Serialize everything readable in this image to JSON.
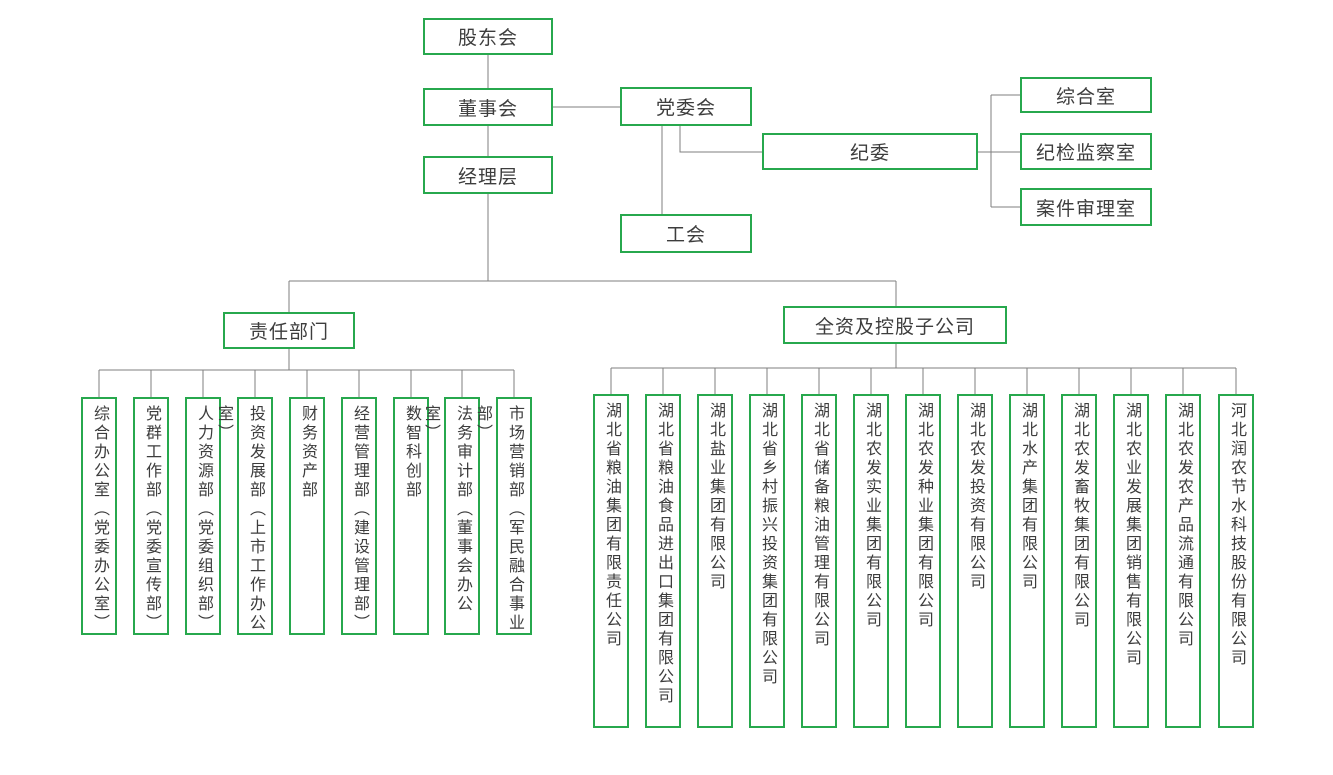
{
  "chart": {
    "nodes": {
      "shareholders": "股东会",
      "board": "董事会",
      "management": "经理层",
      "party_committee": "党委会",
      "labor_union": "工会",
      "discipline_committee": "纪委",
      "general_office": "综合室",
      "inspection_office": "纪检监察室",
      "case_review_office": "案件审理室",
      "departments_header": "责任部门",
      "subsidiaries_header": "全资及控股子公司"
    },
    "departments": [
      "综合办公室（党委办公室）",
      "党群工作部（党委宣传部）",
      "人力资源部（党委组织部）",
      "投资发展部（上市工作办公室）",
      "财务资产部",
      "经营管理部（建设管理部）",
      "数智科创部",
      "法务审计部（董事会办公室）",
      "市场营销部（军民融合事业部）"
    ],
    "subsidiaries": [
      "湖北省粮油集团有限责任公司",
      "湖北省粮油食品进出口集团有限公司",
      "湖北盐业集团有限公司",
      "湖北省乡村振兴投资集团有限公司",
      "湖北省储备粮油管理有限公司",
      "湖北农发实业集团有限公司",
      "湖北农发种业集团有限公司",
      "湖北农发投资有限公司",
      "湖北水产集团有限公司",
      "湖北农发畜牧集团有限公司",
      "湖北农业发展集团销售有限公司",
      "湖北农发农产品流通有限公司",
      "河北润农节水科技股份有限公司"
    ],
    "colors": {
      "box_border": "#27a84d",
      "connector": "#7f7f7f",
      "text": "#3d3d3d",
      "background": "#ffffff"
    }
  }
}
